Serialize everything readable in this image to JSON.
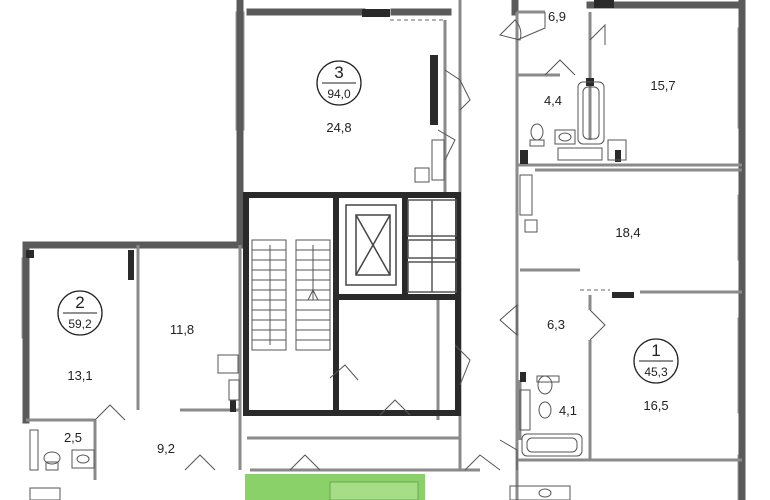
{
  "rooms": [
    {
      "id": "r1",
      "area": "6,9"
    },
    {
      "id": "r2",
      "area": "15,7"
    },
    {
      "id": "r3",
      "area": "24,8"
    },
    {
      "id": "r4",
      "area": "4,4"
    },
    {
      "id": "r5",
      "area": "18,4"
    },
    {
      "id": "r6",
      "area": "11,8"
    },
    {
      "id": "r7",
      "area": "13,1"
    },
    {
      "id": "r8",
      "area": "6,3"
    },
    {
      "id": "r9",
      "area": "4,1"
    },
    {
      "id": "r10",
      "area": "16,5"
    },
    {
      "id": "r11",
      "area": "2,5"
    },
    {
      "id": "r12",
      "area": "9,2"
    }
  ],
  "apartments": [
    {
      "number": "3",
      "area": "94,0"
    },
    {
      "number": "2",
      "area": "59,2"
    },
    {
      "number": "1",
      "area": "45,3"
    }
  ],
  "colors": {
    "wall": "#5a5a5a",
    "wall_dark": "#2a2a2a",
    "thin": "#888888",
    "window": "#bdbdbd",
    "balcony": "#8bd16a"
  }
}
